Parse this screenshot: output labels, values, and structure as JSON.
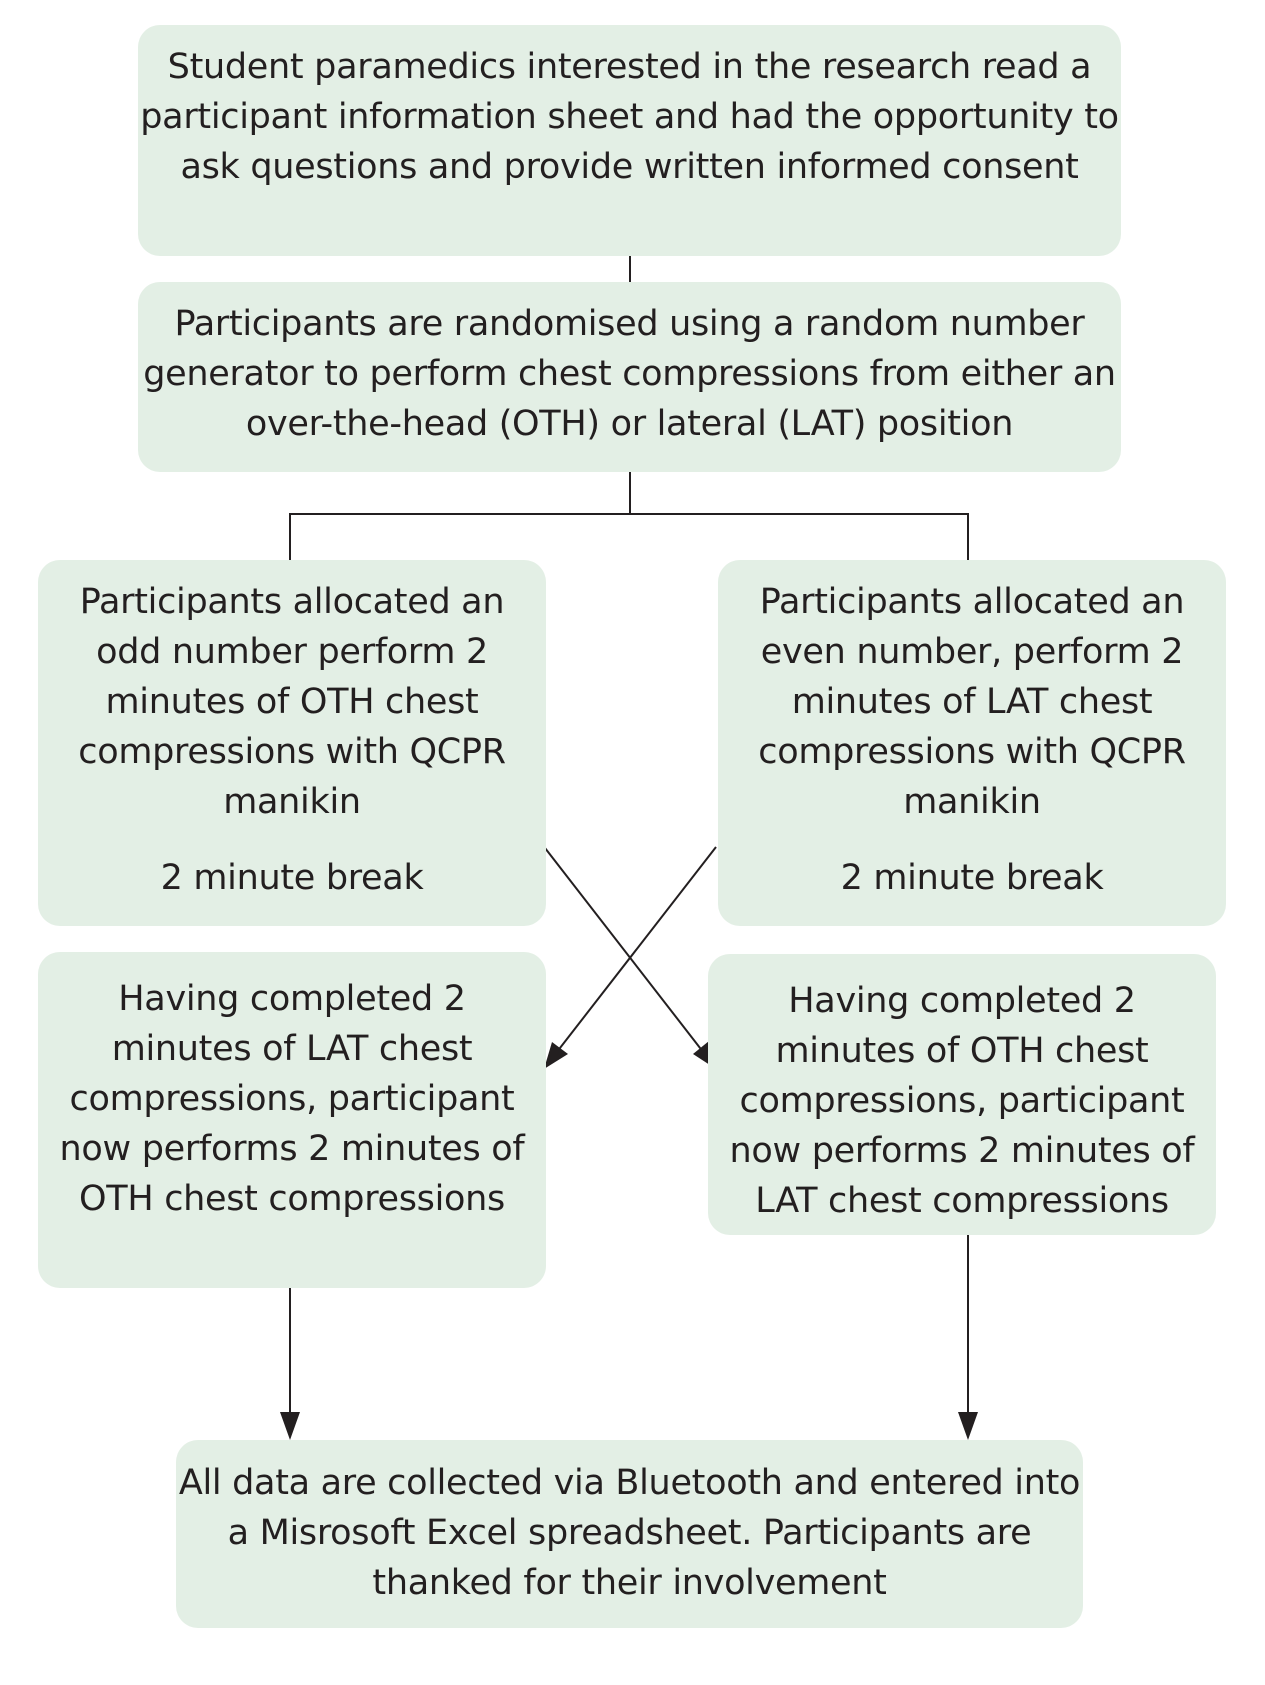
{
  "flowchart": {
    "consent": "Student paramedics interested in the research read a participant information sheet and had the opportunity to ask questions and provide written informed consent",
    "randomisation": "Participants are randomised using a random number generator to perform chest compressions from either an over-the-head (OTH) or lateral (LAT) position",
    "odd_group": {
      "text": "Participants allocated an odd number perform 2 minutes of OTH chest compressions with QCPR manikin",
      "break": "2 minute break"
    },
    "even_group": {
      "text": "Participants allocated an even number, perform 2 minutes of LAT chest compressions with QCPR manikin",
      "break": "2 minute break"
    },
    "lat_then_oth": "Having completed 2 minutes of LAT chest compressions, participant now performs 2 minutes of OTH chest compressions",
    "oth_then_lat": "Having completed 2 minutes of OTH chest compressions, participant now performs 2 minutes of LAT chest compressions",
    "final": "All data are collected via Bluetooth and entered into a Misrosoft Excel spreadsheet. Participants are thanked for their involvement"
  },
  "colors": {
    "box_fill": "#e3efe5",
    "text": "#231f20",
    "line": "#231f20"
  }
}
